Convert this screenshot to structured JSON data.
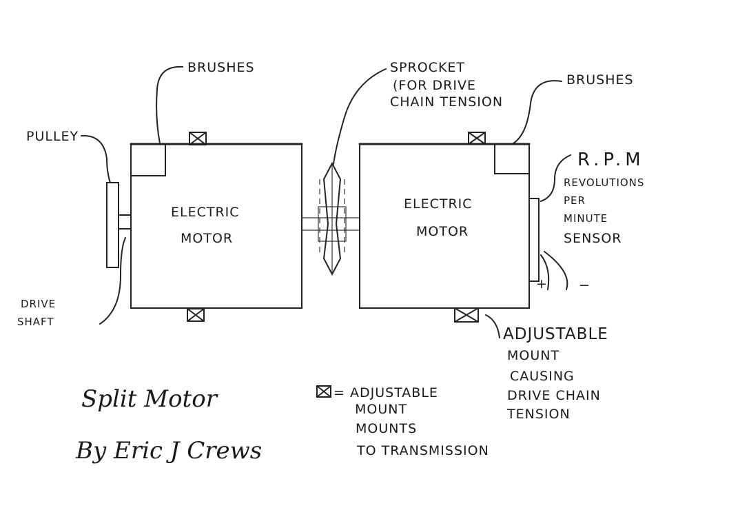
{
  "title": "Split Motor",
  "author": "By Eric J Crews",
  "labels": {
    "brushes_left": "BRUSHES",
    "sprocket": [
      "SPROCKET",
      "(FOR DRIVE",
      "CHAIN TENSION"
    ],
    "brushes_right": "BRUSHES",
    "pulley": "PULLEY",
    "rpm": "R.P.M",
    "rpm_desc": [
      "REVOLUTIONS",
      "PER",
      "MINUTE",
      "SENSOR"
    ],
    "motor_left": [
      "ELECTRIC",
      "MOTOR"
    ],
    "motor_right": [
      "ELECTRIC",
      "MOTOR"
    ],
    "drive_shaft": [
      "DRIVE",
      "SHAFT"
    ],
    "adjustable_mount": [
      "ADJUSTABLE",
      "MOUNT",
      "CAUSING",
      "DRIVE CHAIN",
      "TENSION"
    ],
    "legend": [
      "= ADJUSTABLE",
      "MOUNT",
      "MOUNTS",
      "TO TRANSMISSION"
    ],
    "plus": "+",
    "minus": "−"
  }
}
